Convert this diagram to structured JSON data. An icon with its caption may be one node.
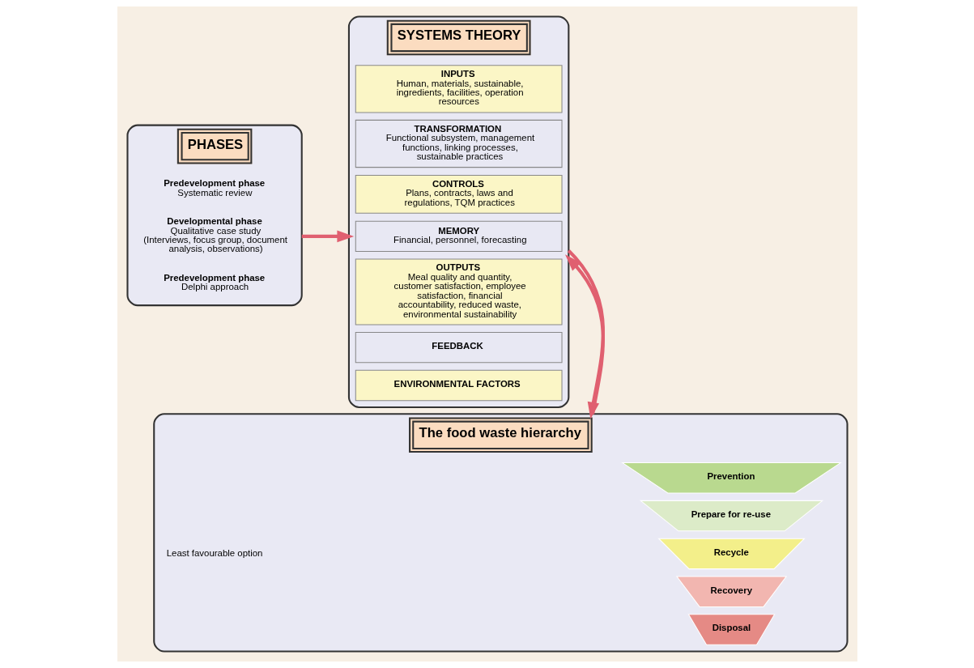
{
  "diagram": {
    "nodes": [
      {
        "text": [
          "PHASES"
        ]
      },
      {
        "text": [
          "Predevelopment phase",
          "Systematic review"
        ],
        "in": 0
      },
      {
        "text": [
          "Developmental phase",
          "Qualitative case study (Interviews, focus group, document analysis, observations)"
        ],
        "in": 0
      },
      {
        "text": [
          "Predevelopment phase",
          "Delphi approach"
        ],
        "in": 0
      },
      {
        "text": [
          "SYSTEMS THEORY"
        ]
      },
      {
        "text": [
          "INPUTS",
          "Human, materials, sustainable, ingredients, facilities, operation resources"
        ],
        "in": 4
      },
      {
        "text": [
          "TRANSFORMATION",
          "Functional subsystem, management functions, linking processes, sustainable practices"
        ],
        "in": 4
      },
      {
        "text": [
          "CONTROLS",
          "Plans, contracts, laws and regulations, TQM practices"
        ],
        "in": 4
      },
      {
        "text": [
          "MEMORY",
          "Financial, personnel, forecasting"
        ],
        "in": 4
      },
      {
        "text": [
          "OUTPUTS",
          "Meal quality and quantity, customer satisfaction, employee satisfaction, financial accountability, reduced waste, environmental sustainability"
        ],
        "in": 4
      },
      {
        "text": [
          "FEEDBACK"
        ],
        "in": 4
      },
      {
        "text": [
          "ENVIRONMENTAL FACTORS"
        ],
        "in": 4
      },
      {
        "text": [
          "The food waste hierarchy"
        ]
      },
      {
        "text": [
          "Prevention"
        ],
        "in": 12
      },
      {
        "text": [
          "Prepare for re-use"
        ],
        "in": 12
      },
      {
        "text": [
          "Recycle"
        ],
        "in": 12
      },
      {
        "text": [
          "Recovery"
        ],
        "in": 12
      },
      {
        "text": [
          "Disposal"
        ],
        "in": 12
      }
    ],
    "edges": [
      {
        "from": 0,
        "to": 4,
        "arrow": "to"
      },
      {
        "from": 4,
        "to": 12,
        "arrow": "to"
      },
      {
        "from": 12,
        "to": 4,
        "arrow": "to"
      }
    ],
    "labels": [
      "Least favourable option"
    ]
  }
}
